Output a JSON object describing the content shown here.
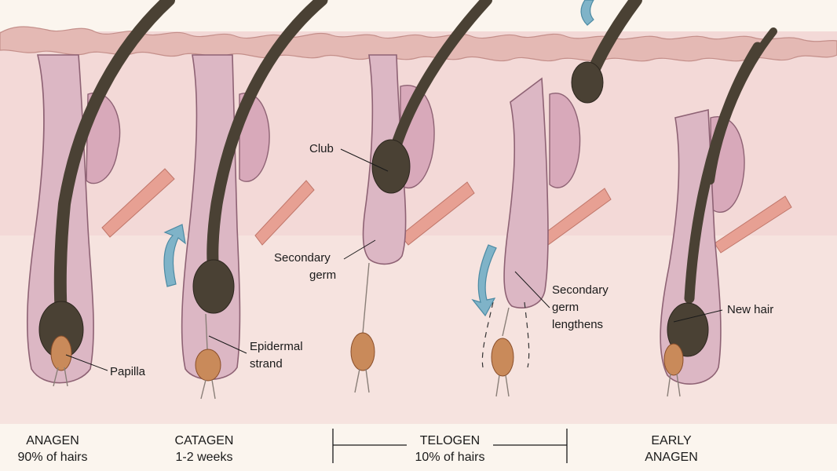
{
  "stages": [
    {
      "name": "ANAGEN",
      "detail": "90% of hairs"
    },
    {
      "name": "CATAGEN",
      "detail": "1-2 weeks"
    },
    {
      "name": "TELOGEN",
      "detail": "10% of hairs"
    },
    {
      "name": "EARLY",
      "detail": "ANAGEN"
    }
  ],
  "labels": {
    "papilla": "Papilla",
    "epidermal_strand_1": "Epidermal",
    "epidermal_strand_2": "strand",
    "club": "Club",
    "secondary_germ_1": "Secondary",
    "secondary_germ_2": "germ",
    "germ_lengthens_1": "Secondary",
    "germ_lengthens_2": "germ",
    "germ_lengthens_3": "lengthens",
    "new_hair": "New hair"
  },
  "colors": {
    "dermis": "#f3d9d7",
    "epidermis": "#e4b9b4",
    "sheath": "#dcb7c4",
    "hair": "#4a4134",
    "arrow": "#7fb3c8"
  }
}
